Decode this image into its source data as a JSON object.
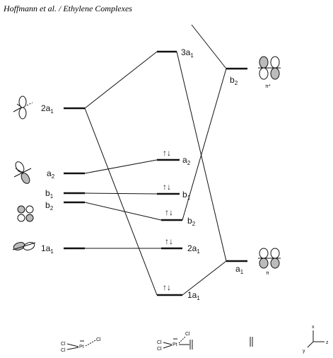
{
  "header": {
    "text": "Hoffmann et al.  /  Ethylene Complexes"
  },
  "left_levels": {
    "2a1": {
      "base": "2a",
      "sub": "1"
    },
    "a2": {
      "base": "a",
      "sub": "2"
    },
    "b1": {
      "base": "b",
      "sub": "1"
    },
    "b2": {
      "base": "b",
      "sub": "2"
    },
    "1a1": {
      "base": "1a",
      "sub": "1"
    }
  },
  "center_levels": {
    "3a1": {
      "base": "3a",
      "sub": "1"
    },
    "a2": {
      "base": "a",
      "sub": "2",
      "spin": "↑↓"
    },
    "b1": {
      "base": "b",
      "sub": "1",
      "spin": "↑↓"
    },
    "b2": {
      "base": "b",
      "sub": "2",
      "spin": "↑↓"
    },
    "2a1": {
      "base": "2a",
      "sub": "1",
      "spin": "↑↓"
    },
    "1a1": {
      "base": "1a",
      "sub": "1",
      "spin": "↑↓"
    }
  },
  "right_levels": {
    "b2": {
      "base": "b",
      "sub": "2",
      "orbital": "π*"
    },
    "a1": {
      "base": "a",
      "sub": "1",
      "orbital": "π"
    }
  },
  "bottom_structures": {
    "ptcl3_left": {
      "metal": "Pt",
      "ligand": "Cl"
    },
    "complex": {
      "metal": "Pt",
      "ligand": "Cl"
    },
    "ethylene": {
      "symbol": "||"
    },
    "axes": {
      "x": "x",
      "y": "y",
      "z": "z"
    }
  }
}
